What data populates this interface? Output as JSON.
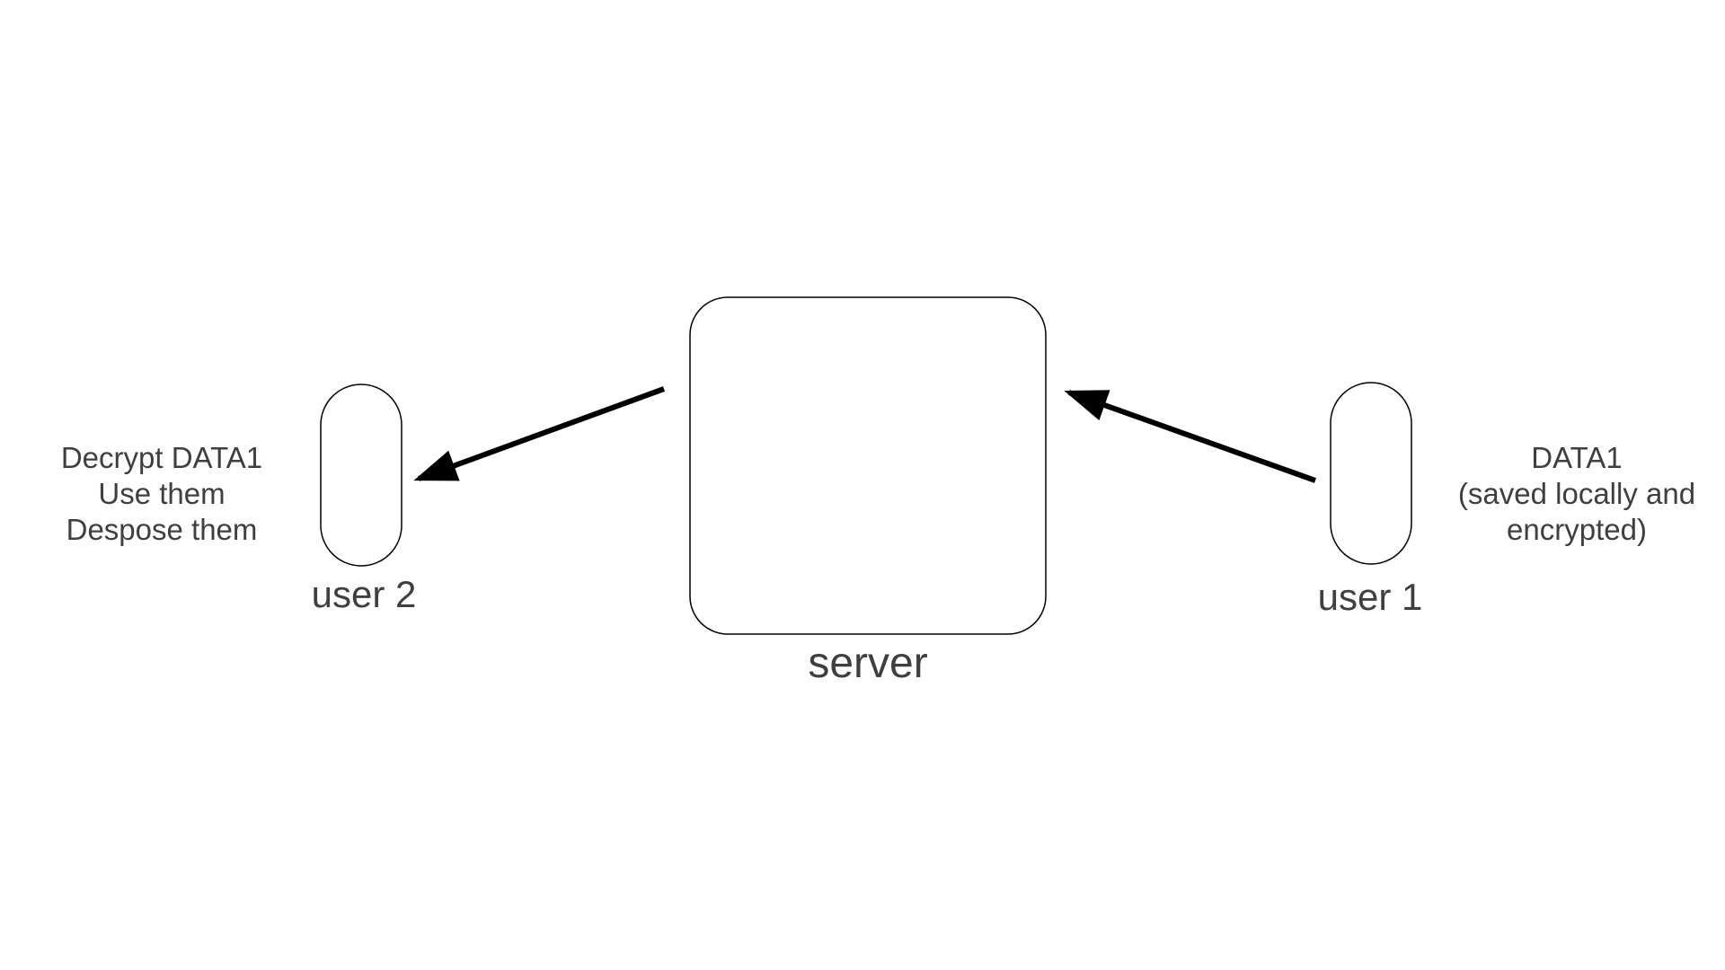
{
  "nodes": {
    "user2": {
      "label": "user 2"
    },
    "server": {
      "label": "server"
    },
    "user1": {
      "label": "user 1"
    }
  },
  "notes": {
    "user2_actions": [
      "Decrypt DATA1",
      "Use them",
      "Despose them"
    ],
    "user1_data": [
      "DATA1",
      "(saved locally and",
      "encrypted)"
    ]
  },
  "edges": [
    {
      "from": "user1",
      "to": "server"
    },
    {
      "from": "server",
      "to": "user2"
    }
  ],
  "colors": {
    "text": "#3f3f3f",
    "stroke": "#000000",
    "background": "#ffffff"
  }
}
